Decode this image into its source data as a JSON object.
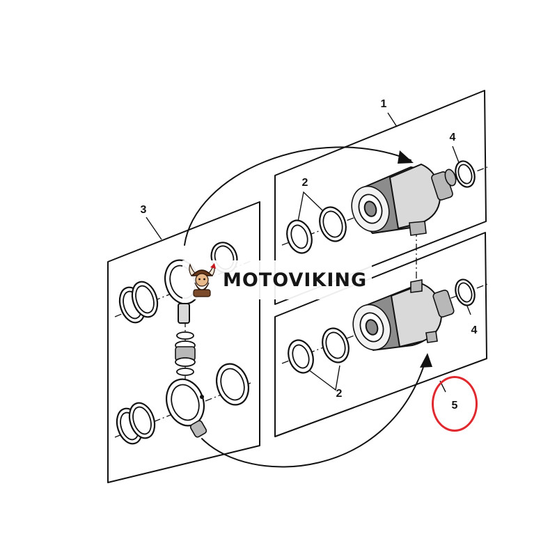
{
  "watermark": {
    "brand_text": "MOTOVIKING"
  },
  "callouts": {
    "part_1": "1",
    "part_2_top": "2",
    "part_2_bottom": "2",
    "part_3": "3",
    "part_4_top": "4",
    "part_4_bottom": "4",
    "part_5": "5"
  },
  "colors": {
    "highlight_circle": "#e0292f",
    "line": "#111111",
    "background": "#ffffff"
  }
}
